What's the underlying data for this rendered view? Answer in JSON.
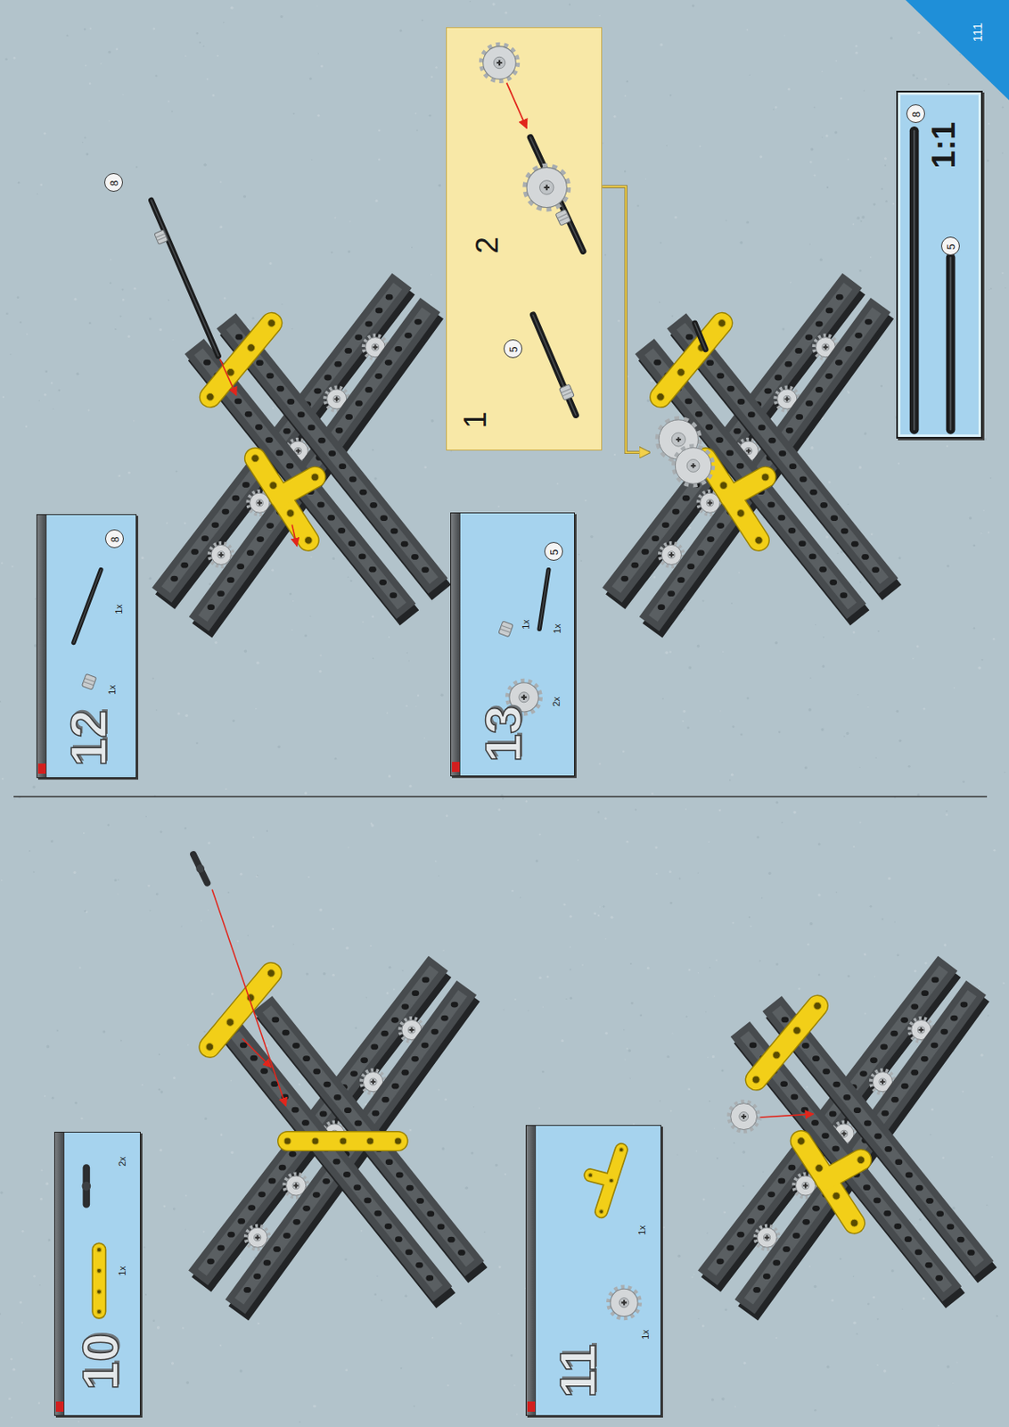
{
  "diagram": {
    "nodes": [
      {
        "text": [
          "10",
          "1x",
          "2x"
        ]
      },
      {
        "text": [
          "11",
          "1x",
          "1x"
        ]
      },
      {
        "text": [
          "12",
          "1x",
          "1x"
        ]
      },
      {
        "text": [
          "8"
        ],
        "in": 2
      },
      {
        "text": [
          "13",
          "2x",
          "1x",
          "1x"
        ]
      },
      {
        "text": [
          "5"
        ],
        "in": 4
      },
      {
        "text": [
          "1",
          "2"
        ]
      },
      {
        "text": [
          "5"
        ],
        "in": 6
      },
      {
        "text": [
          "8"
        ]
      },
      {
        "text": [
          "1:1"
        ]
      },
      {
        "text": [
          "8"
        ],
        "in": 9
      },
      {
        "text": [
          "5"
        ],
        "in": 9
      },
      {
        "text": [
          "111"
        ]
      }
    ]
  }
}
